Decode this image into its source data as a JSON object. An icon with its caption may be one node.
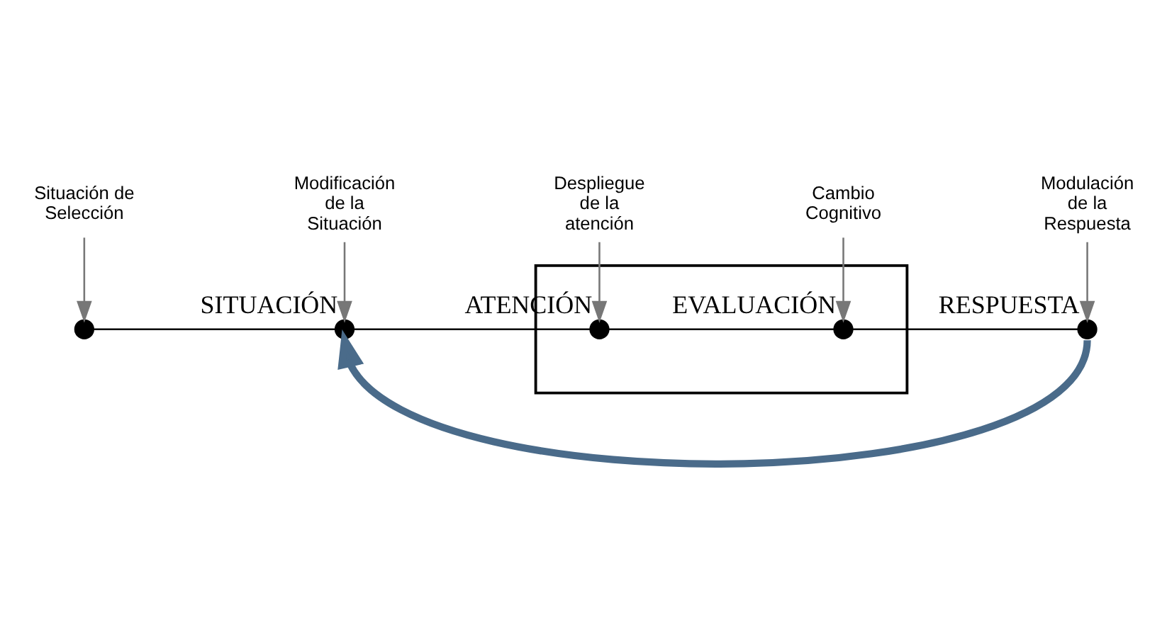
{
  "diagram": {
    "nodes": [
      {
        "text": [
          "Situación de Selección"
        ]
      },
      {
        "text": [
          "Modificación de la Situación"
        ]
      },
      {
        "text": [
          "Despliegue de la atención"
        ]
      },
      {
        "text": [
          "Cambio Cognitivo"
        ]
      },
      {
        "text": [
          "Modulación de la Respuesta"
        ]
      },
      {
        "text": [],
        "shape": "box"
      },
      {
        "text": [],
        "shape": "circle"
      },
      {
        "text": [],
        "shape": "circle",
        "beside": [
          "SITUACIÓN"
        ]
      },
      {
        "text": [],
        "shape": "circle",
        "beside": [
          "ATENCIÓN"
        ],
        "in": 5
      },
      {
        "text": [],
        "shape": "circle",
        "beside": [
          "EVALUACIÓN"
        ],
        "in": 5
      },
      {
        "text": [],
        "shape": "circle",
        "beside": [
          "RESPUESTA"
        ]
      }
    ],
    "edges": [
      {
        "from": 0,
        "to": 6,
        "arrow": "to"
      },
      {
        "from": 1,
        "to": 7,
        "arrow": "to"
      },
      {
        "from": 2,
        "to": 8,
        "arrow": "to"
      },
      {
        "from": 3,
        "to": 9,
        "arrow": "to"
      },
      {
        "from": 4,
        "to": 10,
        "arrow": "to"
      },
      {
        "from": 6,
        "to": 7,
        "arrow": "none",
        "color": "#000000"
      },
      {
        "from": 7,
        "to": 8,
        "arrow": "none",
        "color": "#000000"
      },
      {
        "from": 8,
        "to": 9,
        "arrow": "none",
        "color": "#000000"
      },
      {
        "from": 9,
        "to": 10,
        "arrow": "none",
        "color": "#000000"
      },
      {
        "from": 10,
        "to": 7,
        "arrow": "to",
        "style": "thick",
        "color": "#4a6b8a"
      }
    ]
  }
}
